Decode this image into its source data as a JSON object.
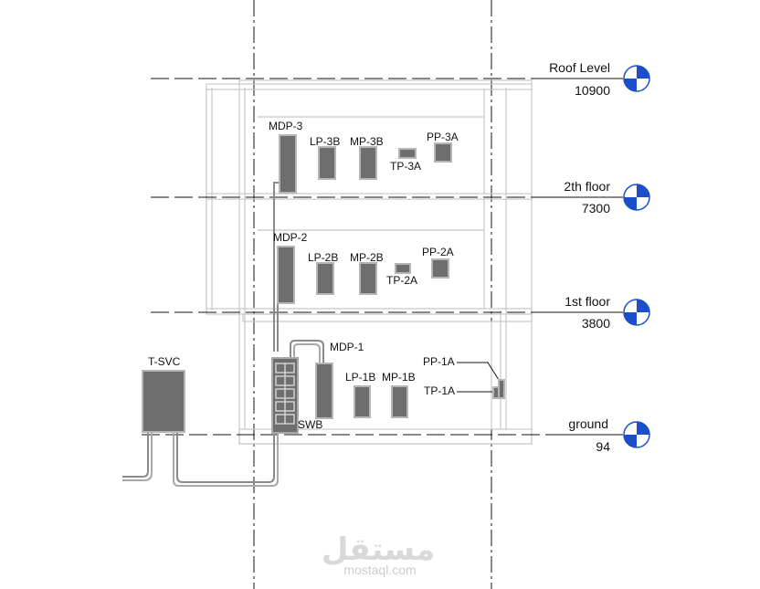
{
  "levels": [
    {
      "name": "Roof Level",
      "elevation": "10900"
    },
    {
      "name": "2th floor",
      "elevation": "7300"
    },
    {
      "name": "1st floor",
      "elevation": "3800"
    },
    {
      "name": "ground",
      "elevation": "94"
    }
  ],
  "panels": {
    "mdp3": "MDP-3",
    "lp3b": "LP-3B",
    "mp3b": "MP-3B",
    "tp3a": "TP-3A",
    "pp3a": "PP-3A",
    "mdp2": "MDP-2",
    "lp2b": "LP-2B",
    "mp2b": "MP-2B",
    "tp2a": "TP-2A",
    "pp2a": "PP-2A",
    "mdp1": "MDP-1",
    "lp1b": "LP-1B",
    "mp1b": "MP-1B",
    "pp1a": "PP-1A",
    "tp1a": "TP-1A",
    "tsvc": "T-SVC",
    "swb": "SWB"
  },
  "colors": {
    "panel_fill": "#6e6e6e",
    "panel_edge": "#b5b5b5",
    "level_head_blue": "#1a4fc9"
  },
  "watermark": {
    "arabic": "مستقل",
    "latin": "mostaql.com"
  }
}
